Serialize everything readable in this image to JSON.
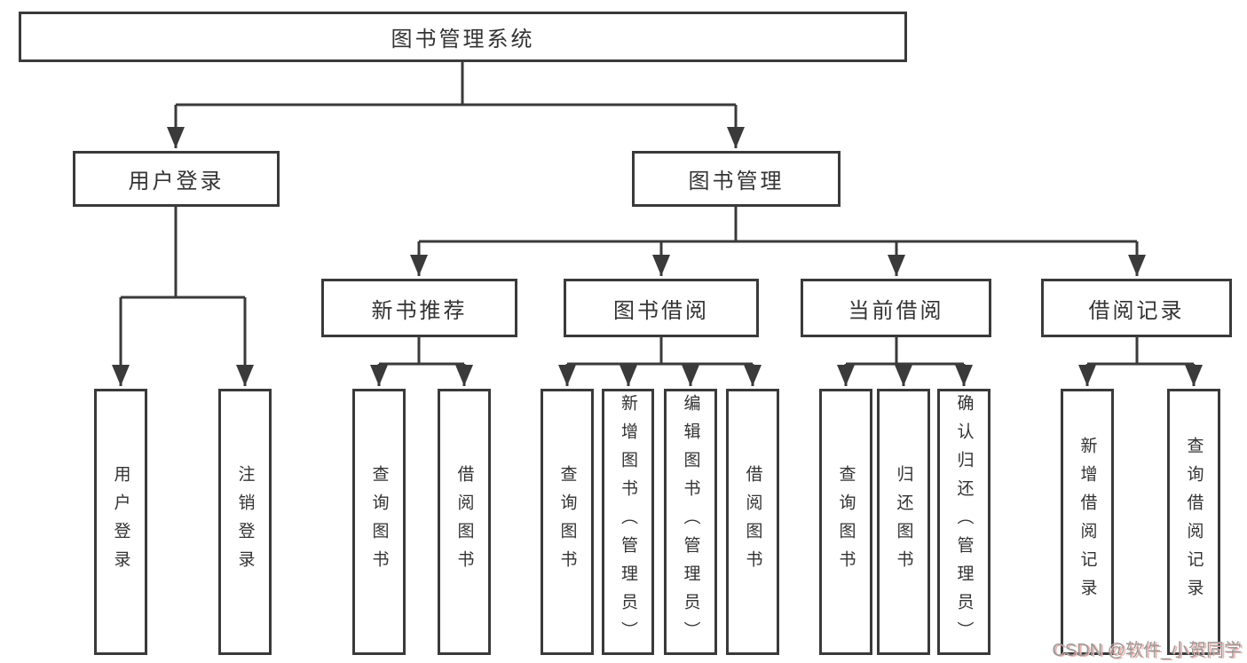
{
  "diagram": {
    "root": {
      "label": "图书管理系统"
    },
    "branches": [
      {
        "label": "用户登录",
        "leaves": [
          "用户登录",
          "注销登录"
        ]
      },
      {
        "label": "图书管理",
        "groups": [
          {
            "label": "新书推荐",
            "leaves": [
              "查询图书",
              "借阅图书"
            ]
          },
          {
            "label": "图书借阅",
            "leaves": [
              "查询图书",
              "新增图书（管理员）",
              "编辑图书（管理员）",
              "借阅图书"
            ]
          },
          {
            "label": "当前借阅",
            "leaves": [
              "查询图书",
              "归还图书",
              "确认归还（管理员）"
            ]
          },
          {
            "label": "借阅记录",
            "leaves": [
              "新增借阅记录",
              "查询借阅记录"
            ]
          }
        ]
      }
    ]
  },
  "watermark": {
    "text": "CSDN @软件_小贺同学"
  },
  "colors": {
    "line": "#3a3a3a",
    "text": "#333333",
    "background": "#ffffff",
    "watermark": "#9a9a9a",
    "watermark_shadow": "#edb3ae"
  }
}
